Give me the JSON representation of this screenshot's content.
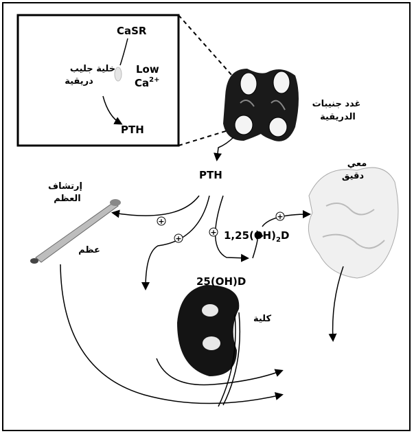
{
  "inset": {
    "receptor": "CaSR",
    "cell": "خلية جليب",
    "cell_line2": "دريقية",
    "low": "Low",
    "calcium": "Ca",
    "calcium_sup": "2+",
    "hormone": "PTH"
  },
  "gland": {
    "line1": "غدد جنيبات",
    "line2": "الدريقية"
  },
  "pth": "PTH",
  "resorption": {
    "line1": "إرتشاف",
    "line2": "العظم"
  },
  "bone": "عظم",
  "intestine": {
    "line1": "معي",
    "line2": "دقيق"
  },
  "kidney": "كلية",
  "metabolite_active": {
    "prefix": "1,25(OH)",
    "sub": "2",
    "suffix": "D"
  },
  "metabolite_precursor": "25(OH)D",
  "effect_sign": "+"
}
